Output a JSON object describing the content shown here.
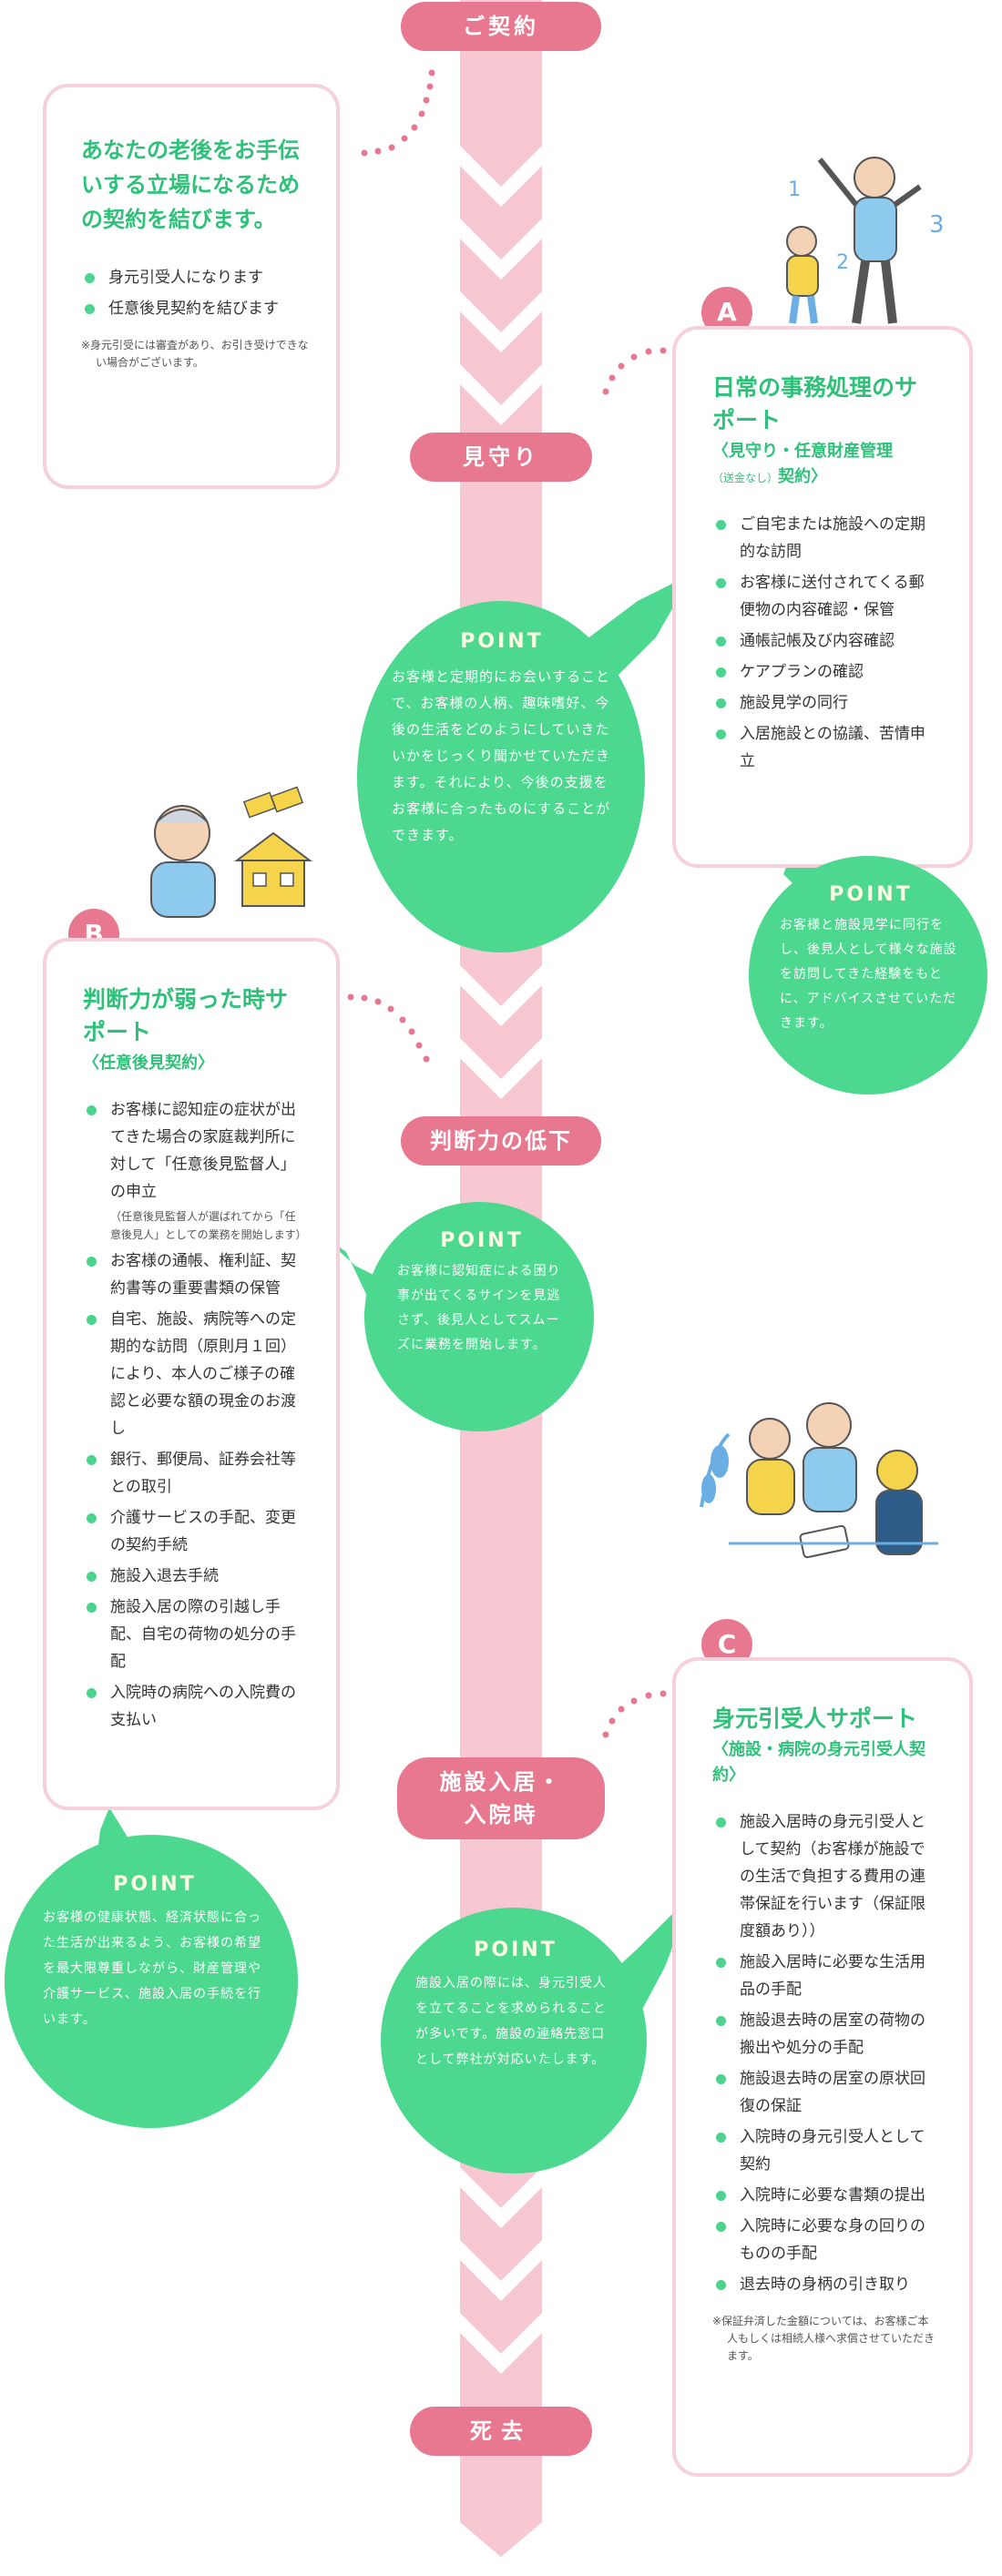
{
  "stages": {
    "contract": "ご契約",
    "watch": "見守り",
    "decline": "判断力の低下",
    "admission_line1": "施設入居・",
    "admission_line2": "入院時",
    "death": "死去"
  },
  "intro": {
    "title": "あなたの老後をお手伝いする立場になるための契約を結びます。",
    "items": [
      "身元引受人になります",
      "任意後見契約を結びます"
    ],
    "note": "※身元引受には審査があり、お引き受けできない場合がございます。"
  },
  "card_a": {
    "badge": "A",
    "title": "日常の事務処理のサポート",
    "sub_main": "〈見守り・任意財産管理",
    "sub_small": "（送金なし）",
    "sub_end": "契約〉",
    "items": [
      "ご自宅または施設への定期的な訪問",
      "お客様に送付されてくる郵便物の内容確認・保管",
      "通帳記帳及び内容確認",
      "ケアプランの確認",
      "施設見学の同行",
      "入居施設との協議、苦情申立"
    ]
  },
  "card_b": {
    "badge": "B",
    "title": "判断力が弱った時サポート",
    "sub": "〈任意後見契約〉",
    "items": [
      "お客様に認知症の症状が出てきた場合の家庭裁判所に対して「任意後見監督人」の申立",
      "お客様の通帳、権利証、契約書等の重要書類の保管",
      "自宅、施設、病院等への定期的な訪問（原則月１回）により、本人のご様子の確認と必要な額の現金のお渡し",
      "銀行、郵便局、証券会社等との取引",
      "介護サービスの手配、変更の契約手続",
      "施設入退去手続",
      "施設入居の際の引越し手配、自宅の荷物の処分の手配",
      "入院時の病院への入院費の支払い"
    ],
    "item0_sub": "（任意後見監督人が選ばれてから「任意後見人」としての業務を開始します）"
  },
  "card_c": {
    "badge": "C",
    "title": "身元引受人サポート",
    "sub": "〈施設・病院の身元引受人契約〉",
    "items": [
      "施設入居時の身元引受人として契約（お客様が施設での生活で負担する費用の連帯保証を行います（保証限度額あり））",
      "施設入居時に必要な生活用品の手配",
      "施設退去時の居室の荷物の搬出や処分の手配",
      "施設退去時の居室の原状回復の保証",
      "入院時の身元引受人として契約",
      "入院時に必要な書類の提出",
      "入院時に必要な身の回りのものの手配",
      "退去時の身柄の引き取り"
    ],
    "note": "※保証弁済した金額については、お客様ご本人もしくは相続人様へ求償させていただきます。"
  },
  "points": {
    "label": "POINT",
    "p1": "お客様と定期的にお会いすることで、お客様の人柄、趣味嗜好、今後の生活をどのようにしていきたいかをじっくり聞かせていただきます。それにより、今後の支援をお客様に合ったものにすることができます。",
    "p2": "お客様と施設見学に同行をし、後見人として様々な施設を訪問してきた経験をもとに、アドバイスさせていただきます。",
    "p3": "お客様に認知症による困り事が出てくるサインを見逃さず、後見人としてスムーズに業務を開始します。",
    "p4": "お客様の健康状態、経済状態に合った生活が出来るよう、お客様の希望を最大限尊重しながら、財産管理や介護サービス、施設入居の手続を行います。",
    "p5": "施設入居の際には、身元引受人を立てることを求められることが多いです。施設の連絡先窓口として弊社が対応いたします。"
  },
  "colors": {
    "pink": "#e8788f",
    "light_pink": "#f6d0da",
    "green": "#4cd88f",
    "green_text": "#2fc17a"
  },
  "illustrations": [
    "exercise-figures",
    "man-with-money-and-house",
    "family-consultation"
  ]
}
